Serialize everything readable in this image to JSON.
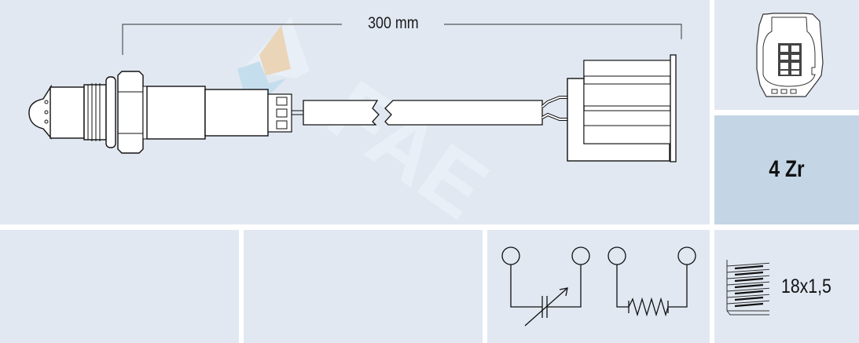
{
  "diagram": {
    "main_panel": {
      "dimension_label": "300 mm",
      "watermark": "FAE",
      "component": "oxygen-sensor"
    },
    "connector_panel": {
      "icon": "connector-face-icon",
      "pin_count": 4
    },
    "wire_panel": {
      "label": "4 Zr"
    },
    "bottom_row": {
      "empty_panels": 2,
      "circuit_symbols": [
        "variable-capacitor-icon",
        "resistor-heater-icon"
      ],
      "thread_label": "18x1,5"
    },
    "colors": {
      "panel_bg": "#e1e8f2",
      "panel_highlight": "#c4d5e5",
      "divider": "#ffffff",
      "line": "#1a1a1a",
      "watermark_orange": "#ecd4b2",
      "watermark_blue": "#c3dded"
    }
  }
}
